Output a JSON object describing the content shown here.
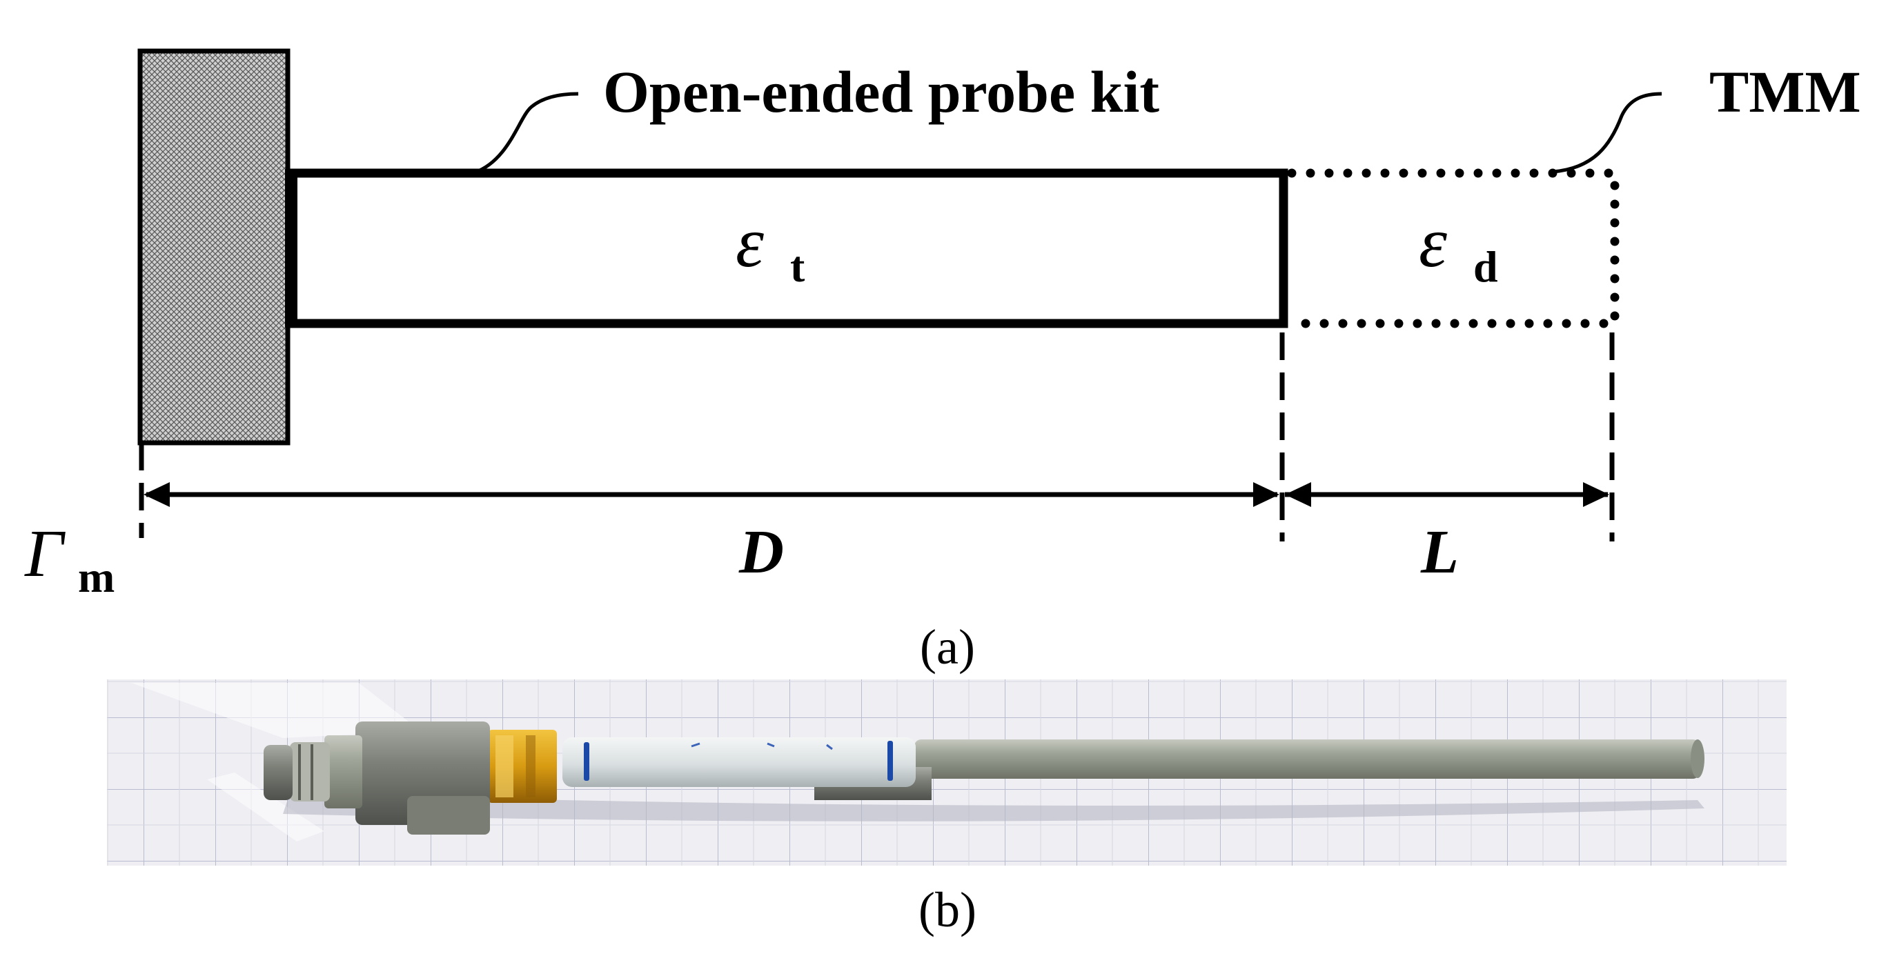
{
  "diagram": {
    "label_probe": "Open-ended probe kit",
    "label_tmm": "TMM",
    "epsilon_symbol": "ε",
    "label_eps_t_sub": "t",
    "label_eps_d_sub": "d",
    "gamma_symbol": "Γ",
    "label_gamma_sub": "m",
    "label_D": "D",
    "label_L": "L",
    "caption_a": "(a)",
    "caption_b": "(b)"
  }
}
